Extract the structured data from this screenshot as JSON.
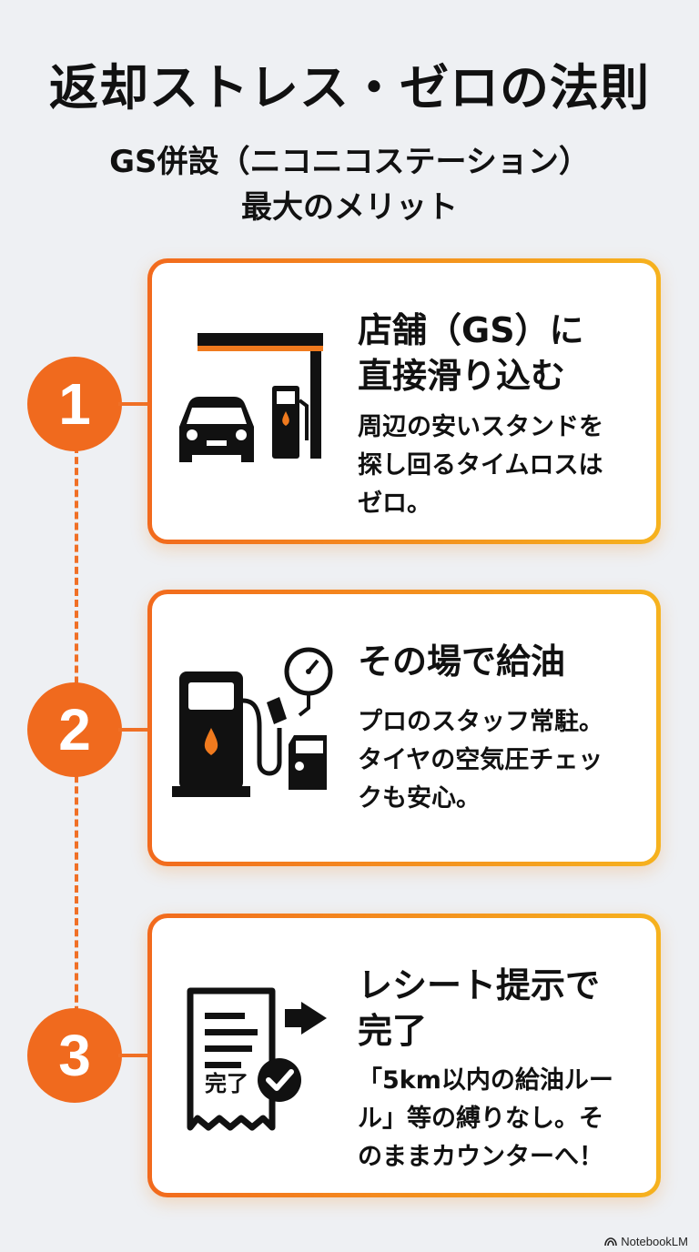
{
  "header": {
    "title": "返却ストレス・ゼロの法則",
    "subtitle_line1": "GS併設（ニコニコステーション）",
    "subtitle_line2": "最大のメリット"
  },
  "steps": [
    {
      "number": "1",
      "title_line1": "店舗（GS）に",
      "title_line2": "直接滑り込む",
      "body_line1": "周辺の安いスタンドを",
      "body_line2": "探し回るタイムロスは",
      "body_line3": "ゼロ。",
      "icon": "gas-station-car-icon"
    },
    {
      "number": "2",
      "title_line1": "その場で給油",
      "body_line1": "プロのスタッフ常駐。",
      "body_line2": "タイヤの空気圧チェッ",
      "body_line3": "クも安心。",
      "icon": "fuel-pump-gauge-icon"
    },
    {
      "number": "3",
      "title_line1": "レシート提示で",
      "title_line2": "完了",
      "body_line1": "「5km以内の給油ルー",
      "body_line2": "ル」等の縛りなし。そ",
      "body_line3": "のままカウンターへ！",
      "icon": "receipt-complete-icon",
      "icon_label": "完了"
    }
  ],
  "footer": {
    "brand": "NotebookLM"
  },
  "colors": {
    "accent_orange": "#f06a1e",
    "accent_yellow": "#f6b21e",
    "icon_black": "#111111"
  }
}
